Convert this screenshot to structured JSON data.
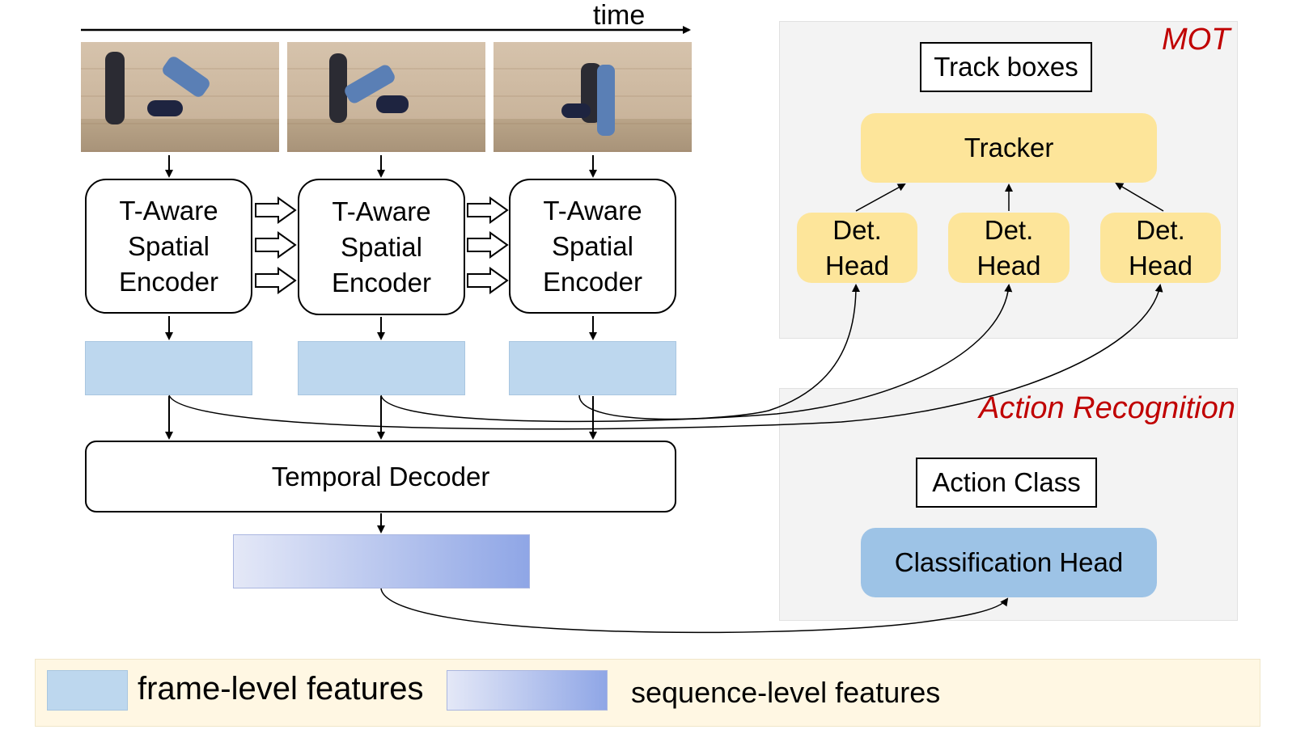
{
  "time_label": "time",
  "mot": {
    "title": "MOT",
    "track_boxes": "Track boxes",
    "tracker": "Tracker",
    "det_heads": [
      {
        "line1": "Det.",
        "line2": "Head"
      },
      {
        "line1": "Det.",
        "line2": "Head"
      },
      {
        "line1": "Det.",
        "line2": "Head"
      }
    ]
  },
  "encoders": [
    {
      "lines": [
        "T-Aware",
        "Spatial",
        "Encoder"
      ]
    },
    {
      "lines": [
        "T-Aware",
        "Spatial",
        "Encoder"
      ]
    },
    {
      "lines": [
        "T-Aware",
        "Spatial",
        "Encoder"
      ]
    }
  ],
  "temporal_decoder": "Temporal Decoder",
  "action": {
    "title": "Action Recognition",
    "action_class": "Action Class",
    "classification_head": "Classification Head"
  },
  "legend": {
    "frame_level": "frame-level features",
    "sequence_level": "sequence-level features"
  },
  "colors": {
    "frame_feature": "#bdd7ee",
    "sequence_feature_start": "#e4e8f7",
    "sequence_feature_end": "#8fa6e6",
    "yellow_box": "#fde59a",
    "classification_head": "#9dc3e6",
    "panel_title": "#c00000",
    "legend_background": "#fff7e3"
  }
}
